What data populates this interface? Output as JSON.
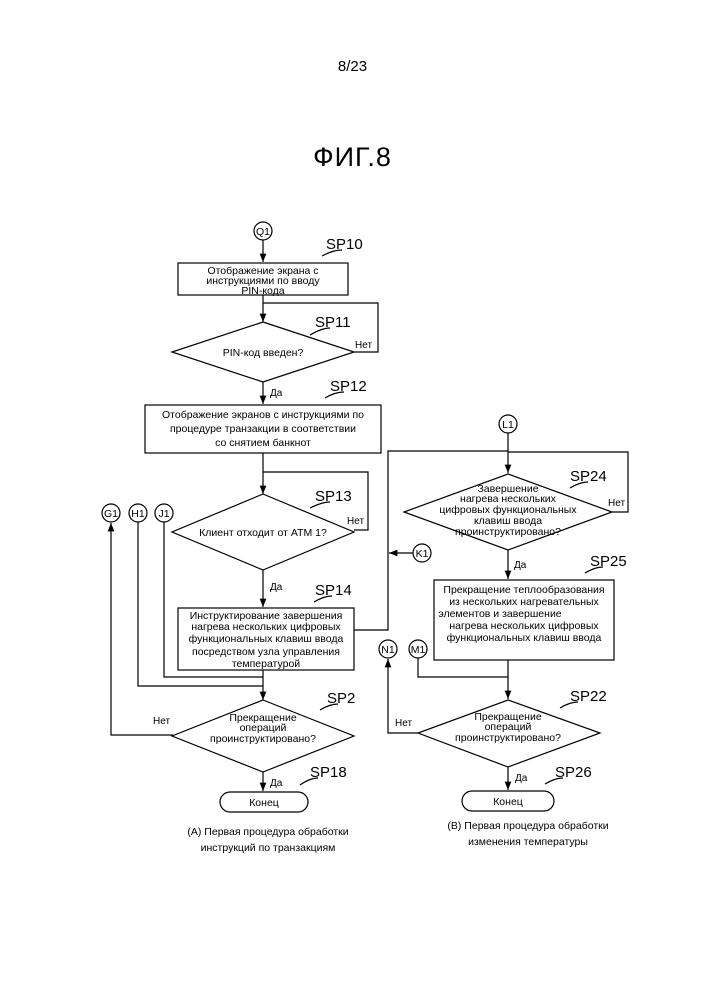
{
  "page_number": "8/23",
  "figure_title": "ФИГ.8",
  "connectors": {
    "q1": "Q1",
    "g1": "G1",
    "h1": "H1",
    "j1": "J1",
    "l1": "L1",
    "k1": "K1",
    "n1": "N1",
    "m1": "M1"
  },
  "steps": {
    "sp10": "SP10",
    "sp11": "SP11",
    "sp12": "SP12",
    "sp13": "SP13",
    "sp14": "SP14",
    "sp2": "SP2",
    "sp18": "SP18",
    "sp24": "SP24",
    "sp25": "SP25",
    "sp22": "SP22",
    "sp26": "SP26"
  },
  "left": {
    "sp10_lines": [
      "Отображение экрана с",
      "инструкциями по вводу",
      "PIN-кода"
    ],
    "sp11_text": "PIN-код введен?",
    "sp12_lines": [
      "Отображение экранов с инструкциями по",
      "процедуре транзакции в соответствии",
      "со снятием банкнот"
    ],
    "sp13_text": "Клиент отходит от ATM 1?",
    "sp14_lines": [
      "Инструктирование завершения",
      "нагрева нескольких цифровых",
      "функциональных клавиш ввода",
      "посредством узла управления",
      "температурой"
    ],
    "sp2_lines": [
      "Прекращение",
      "операций",
      "проинструктировано?"
    ],
    "end": "Конец"
  },
  "right": {
    "sp24_lines": [
      "Завершение",
      "нагрева нескольких",
      "цифровых функциональных",
      "клавиш ввода",
      "проинструктировано?"
    ],
    "sp25_lines": [
      "Прекращение теплообразования",
      "из нескольких нагревательных",
      "элементов и завершение",
      "нагрева нескольких цифровых",
      "функциональных клавиш ввода"
    ],
    "sp22_lines": [
      "Прекращение",
      "операций",
      "проинструктировано?"
    ],
    "end": "Конец"
  },
  "answers": {
    "yes": "Да",
    "no": "Нет"
  },
  "captions": {
    "a_line1": "(A) Первая процедура обработки",
    "a_line2": "инструкций по транзакциям",
    "b_line1": "(B) Первая процедура обработки",
    "b_line2": "изменения температуры"
  }
}
